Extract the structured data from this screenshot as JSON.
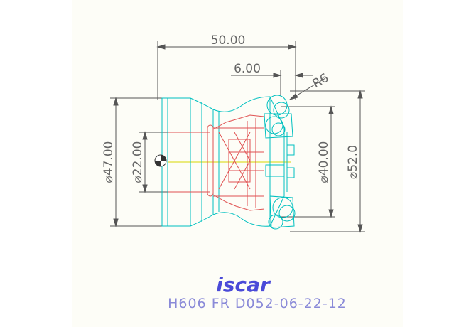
{
  "drawing": {
    "dimensions": {
      "length": "50.00",
      "offset": "6.00",
      "radius": "R6",
      "bore_dia": "⌀22.00",
      "shank_dia": "⌀47.00",
      "inner_dia": "⌀40.00",
      "outer_dia": "⌀52.0"
    },
    "brand": "iscar",
    "part_number": "H606 FR D052-06-22-12"
  },
  "colors": {
    "body_outline": "#00c0c0",
    "hidden_lines": "#e05050",
    "dimension_lines": "#555555",
    "centerline": "#d8d800",
    "caption": "#8a8ad8",
    "logo": "#4a4ad8"
  }
}
